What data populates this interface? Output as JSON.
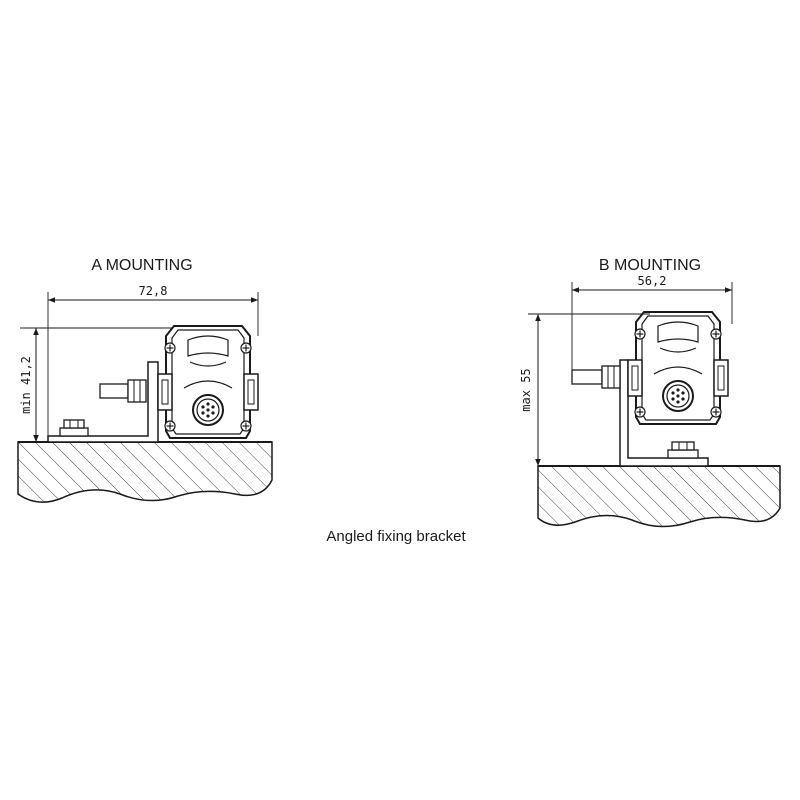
{
  "diagram": {
    "caption": "Angled fixing bracket",
    "mounting_a": {
      "title": "A MOUNTING",
      "width_dim": "72,8",
      "height_dim": "min 41,2"
    },
    "mounting_b": {
      "title": "B MOUNTING",
      "width_dim": "56,2",
      "height_dim": "max 55"
    }
  }
}
